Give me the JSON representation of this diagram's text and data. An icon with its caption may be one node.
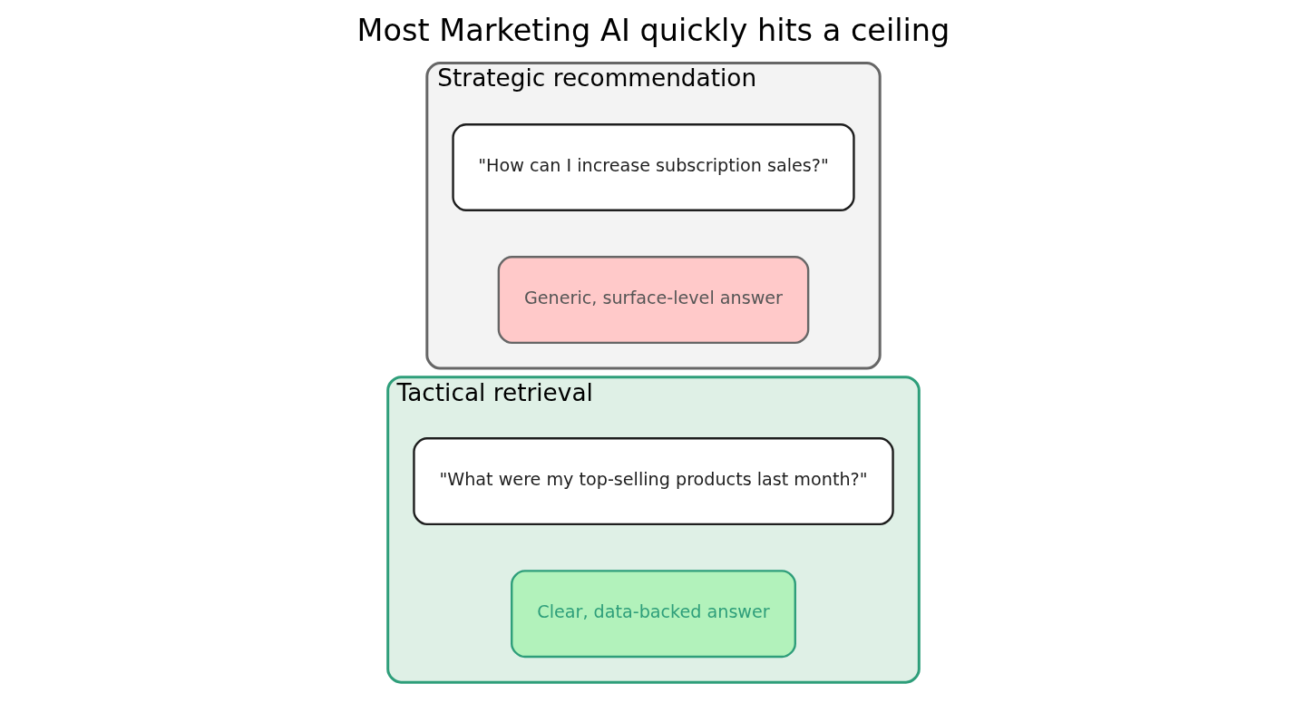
{
  "diagram": {
    "title": "Most Marketing AI quickly hits a ceiling",
    "nodes": [
      {
        "text": [
          "Tactical retrieval"
        ]
      },
      {
        "text": [
          "\"What were my top-selling products last month?\""
        ],
        "in": 0
      },
      {
        "text": [
          "Clear, data-backed answer"
        ],
        "in": 0
      },
      {
        "text": [
          "Strategic recommendation"
        ]
      },
      {
        "text": [
          "\"How can I increase subscription sales?\""
        ],
        "in": 3
      },
      {
        "text": [
          "Generic, surface-level answer"
        ],
        "in": 3
      }
    ],
    "edges": []
  }
}
